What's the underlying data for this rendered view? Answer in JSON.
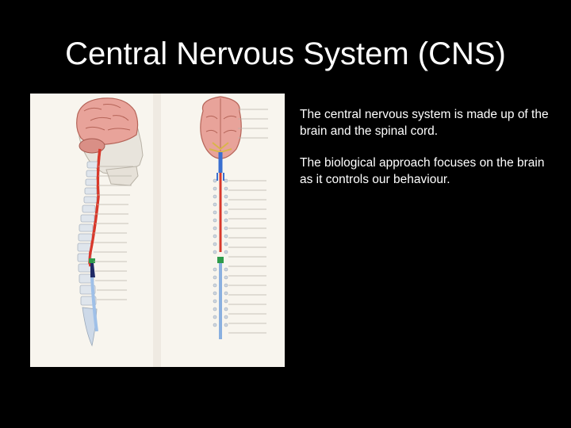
{
  "slide": {
    "title": "Central Nervous System (CNS)",
    "paragraphs": [
      "The central nervous system is made up of the brain and the spinal cord.",
      "The biological approach focuses on the brain as it controls our behaviour."
    ]
  },
  "figure": {
    "subject": "brain-and-spinal-cord-illustration",
    "views": [
      "side",
      "back"
    ]
  },
  "colors": {
    "background": "#000000",
    "text": "#ffffff",
    "brain": "#e8a39a",
    "cord_red": "#d8382b",
    "cord_blue": "#3a6fd0",
    "marker_green": "#2e9b4a",
    "vertebra": "#dfe5ec"
  }
}
